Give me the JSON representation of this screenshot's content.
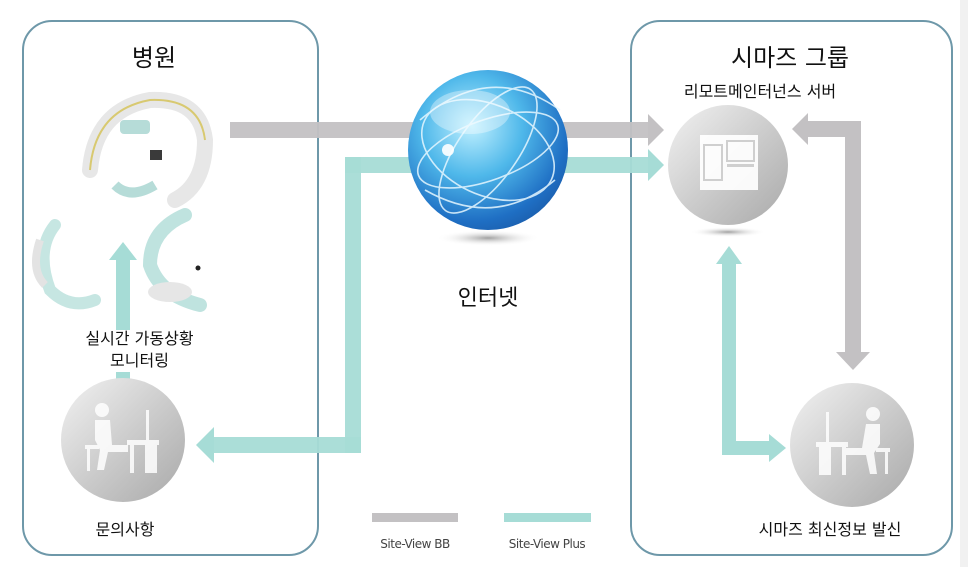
{
  "diagram": {
    "hospital": {
      "title": "병원",
      "monitoring_label_line1": "실시간 가동상황",
      "monitoring_label_line2": "모니터링",
      "inquiry_label": "문의사항"
    },
    "internet": {
      "label": "인터넷"
    },
    "siemens": {
      "title": "시마즈 그룹",
      "server_label": "리모트메인터넌스 서버",
      "update_label": "시마즈 최신정보 발신"
    },
    "legend": [
      {
        "name": "Site-View BB",
        "color": "#c3c1c3"
      },
      {
        "name": "Site-View Plus",
        "color": "#a6dcd6"
      }
    ],
    "colors": {
      "panel_border": "#6e98a9",
      "bb_line": "#c3c1c3",
      "plus_line": "#a6dcd6",
      "globe": "#2a86d6"
    },
    "icons": {
      "equipment": "c-arm-xray-equipment-image",
      "globe": "internet-globe-icon",
      "server": "server-screen-icon",
      "inquiry_person": "person-at-desk-icon",
      "update_person": "person-at-desk-icon"
    }
  }
}
